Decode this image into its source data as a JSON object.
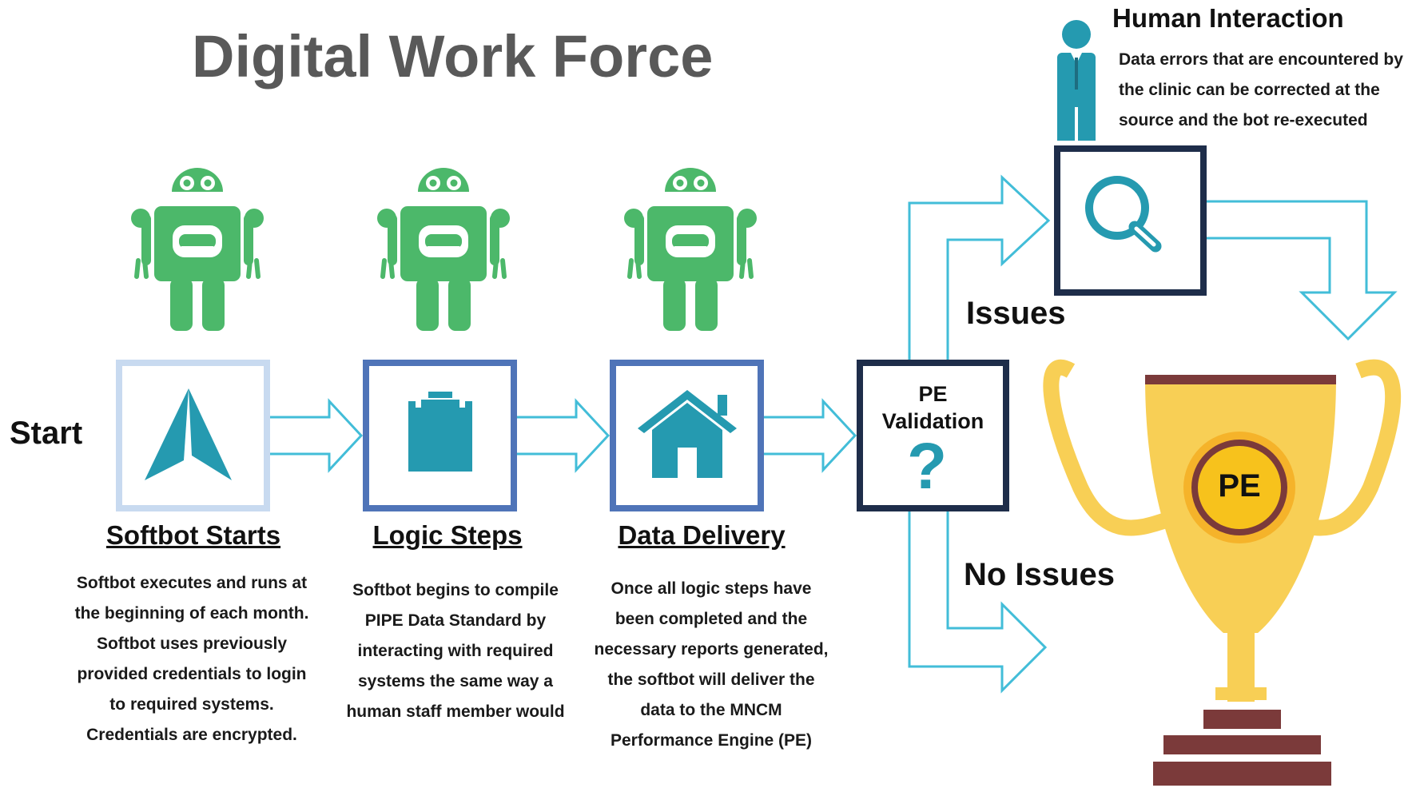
{
  "title": "Digital Work Force",
  "start_label": "Start",
  "steps": [
    {
      "title": "Softbot Starts",
      "description": "Softbot executes and runs at\nthe beginning of each month.\nSoftbot uses previously\nprovided credentials to login\nto required systems.\nCredentials are encrypted.",
      "icon": "navigation-arrow-icon"
    },
    {
      "title": "Logic Steps",
      "description": "Softbot begins to compile\nPIPE Data Standard by\ninteracting with required\nsystems the same way a\nhuman staff member would",
      "icon": "clipboard-icon"
    },
    {
      "title": "Data Delivery",
      "description": "Once all logic steps have\nbeen completed and the\nnecessary reports generated,\nthe softbot will deliver the\ndata to the MNCM\nPerformance Engine (PE)",
      "icon": "house-icon"
    }
  ],
  "validation": {
    "label": "PE\nValidation",
    "icon": "question-mark-icon"
  },
  "branches": {
    "issues": "Issues",
    "no_issues": "No Issues"
  },
  "human_interaction": {
    "title": "Human Interaction",
    "description": "Data errors that are encountered by\nthe clinic can be corrected at the\nsource and the bot re-executed",
    "icon": "magnifier-icon"
  },
  "trophy": {
    "label": "PE",
    "icon": "trophy-icon"
  },
  "colors": {
    "robot_green": "#4cb86a",
    "teal": "#259ab0",
    "arrow_outline": "#42bdd8",
    "box_dark_navy": "#1e2d4a",
    "box_light_blue": "#c8daf0",
    "box_mid_blue": "#4f74b8",
    "trophy_yellow": "#f8cf55",
    "trophy_brown": "#7b3a3a",
    "title_gray": "#595959"
  }
}
